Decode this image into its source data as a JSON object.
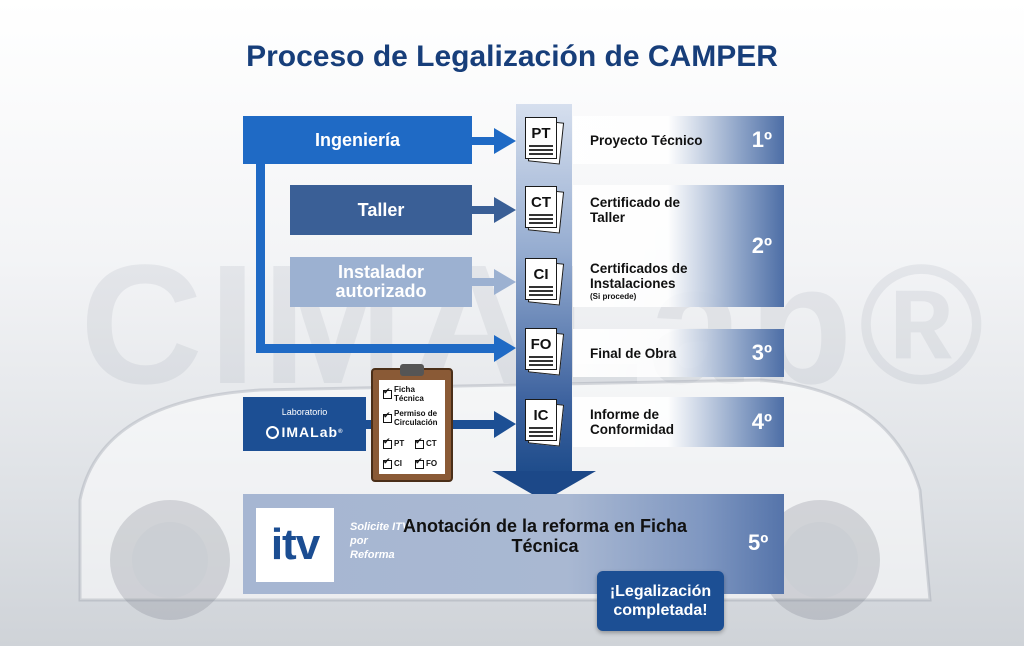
{
  "title": "Proceso de Legalización de CAMPER",
  "watermark": "CIMALab®",
  "sources": {
    "ingenieria": "Ingeniería",
    "taller": "Taller",
    "instalador": "Instalador autorizado",
    "laboratorio_label": "Laboratorio",
    "laboratorio_logo": "IMALab",
    "laboratorio_reg": "®"
  },
  "documents": [
    {
      "code": "PT",
      "label": "Proyecto Técnico",
      "note": ""
    },
    {
      "code": "CT",
      "label": "Certificado de Taller",
      "note": ""
    },
    {
      "code": "CI",
      "label": "Certificados de Instalaciones",
      "note": "(Si procede)"
    },
    {
      "code": "FO",
      "label": "Final de Obra",
      "note": ""
    },
    {
      "code": "IC",
      "label": "Informe de Conformidad",
      "note": ""
    }
  ],
  "steps": [
    "1º",
    "2º",
    "3º",
    "4º",
    "5º"
  ],
  "clipboard": {
    "items": [
      "Ficha Técnica",
      "Permiso de Circulación"
    ],
    "pairs": [
      [
        "PT",
        "CT"
      ],
      [
        "CI",
        "FO"
      ]
    ]
  },
  "itv": {
    "logo": "itv",
    "note": "Solicite ITV por Reforma",
    "main": "Anotación de la reforma en Ficha Técnica"
  },
  "completed": "¡Legalización completada!",
  "colors": {
    "title": "#173e7a",
    "ingenieria": "#1f6ac5",
    "taller": "#3a5f96",
    "instalador": "#9cb1d1",
    "laboratorio": "#1c4f94",
    "arrow": "#1c4888"
  }
}
